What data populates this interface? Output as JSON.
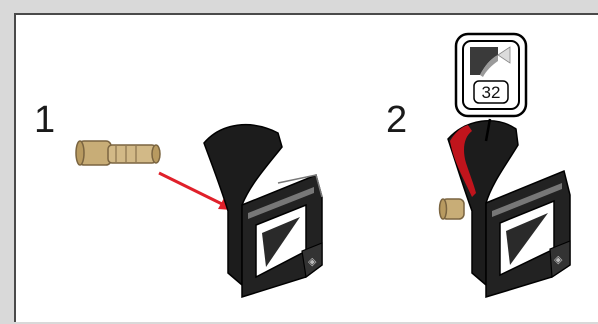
{
  "steps": [
    {
      "number": "1"
    },
    {
      "number": "2"
    }
  ],
  "sticker": {
    "label": "32"
  },
  "colors": {
    "arrow": "#e0202a",
    "part_dark": "#1c1c1c",
    "pin_tan": "#c8ad77",
    "sticker_red": "#c0141c"
  }
}
